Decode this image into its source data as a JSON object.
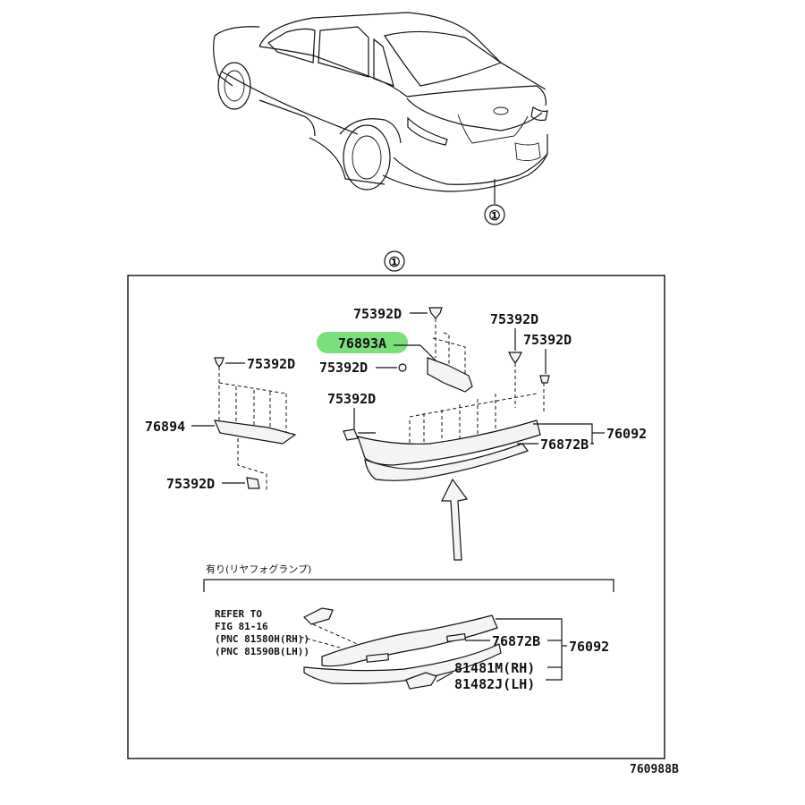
{
  "callouts": {
    "car_ref": "①",
    "box_ref": "①"
  },
  "labels": {
    "clip_top_center": "75392D",
    "highlight_part": "76893A",
    "clip_mid_center": "75392D",
    "clip_right_1": "75392D",
    "clip_right_2": "75392D",
    "clip_left_top": "75392D",
    "left_part": "76894",
    "clip_left_bottom": "75392D",
    "clip_center_left": "75392D",
    "bumper_cover": "76092",
    "bumper_sub": "76872B",
    "variant_cover": "76092",
    "variant_sub": "76872B",
    "lamp_rh": "81481M(RH)",
    "lamp_lh": "81482J(LH)"
  },
  "variant": {
    "header": "有り(リヤフォグランプ)",
    "refer_lines": [
      "REFER TO",
      "FIG 81-16",
      "(PNC 81580H(RH))",
      "(PNC 81590B(LH))"
    ]
  },
  "footer": {
    "diagram_code": "760988B"
  },
  "colors": {
    "highlight": "#7be07b",
    "line": "#111111"
  }
}
